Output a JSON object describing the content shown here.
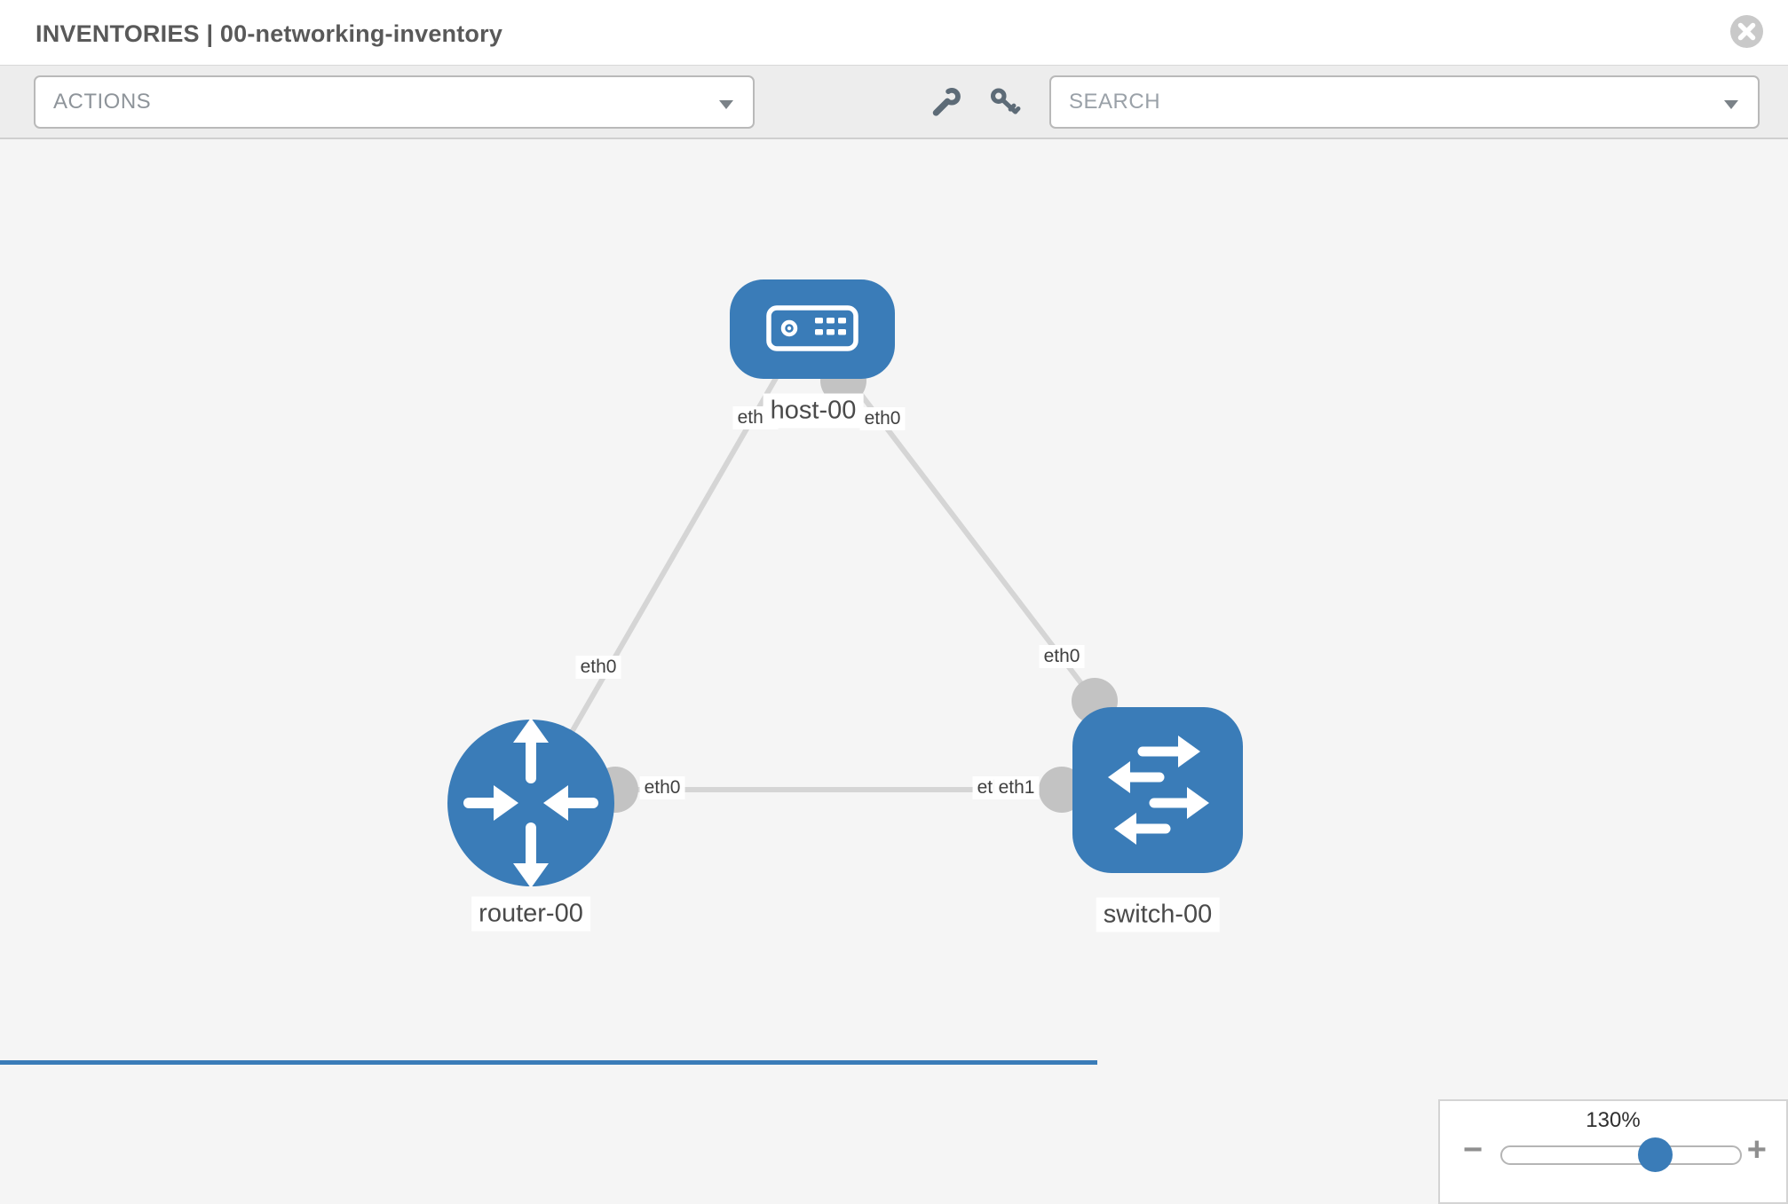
{
  "header": {
    "title": "INVENTORIES | 00-networking-inventory"
  },
  "toolbar": {
    "actions": {
      "label": "ACTIONS"
    },
    "search": {
      "label": "SEARCH"
    },
    "icons": [
      "wrench-icon",
      "key-icon"
    ]
  },
  "topology": {
    "nodes": [
      {
        "label": "host-00",
        "type": "host"
      },
      {
        "label": "router-00",
        "type": "router"
      },
      {
        "label": "switch-00",
        "type": "switch"
      }
    ],
    "links": [
      {
        "from": "host-00",
        "from_port": "eth0",
        "to": "router-00",
        "to_port": "eth0"
      },
      {
        "from": "host-00",
        "from_port": "eth0",
        "to": "switch-00",
        "to_port": "eth0"
      },
      {
        "from": "router-00",
        "from_port": "eth0",
        "to": "switch-00",
        "to_port": "eth1"
      }
    ],
    "port_labels": {
      "host_left": "eth0",
      "host_right": "eth0",
      "router_top": "eth0",
      "router_right": "eth0",
      "switch_top": "eth0",
      "switch_left_back": "eth0",
      "switch_left_front": "eth1"
    }
  },
  "zoom_control": {
    "level": "130%",
    "minus": "−",
    "plus": "+"
  },
  "colors": {
    "node_blue": "#3a7cb8",
    "link_gray": "#d5d5d5",
    "connector_gray": "#c3c3c3",
    "toolbar_gray": "#ededed"
  }
}
